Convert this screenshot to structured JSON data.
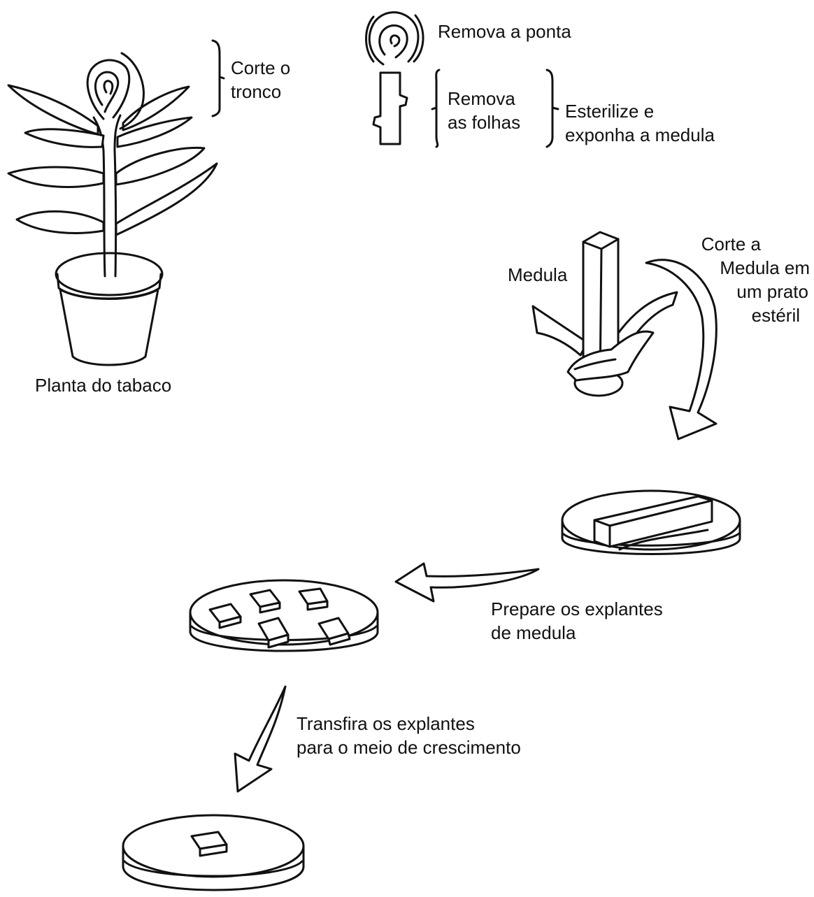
{
  "labels": {
    "cut_trunk": [
      "Corte o",
      "tronco"
    ],
    "remove_tip": "Remova a ponta",
    "remove_leaves": [
      "Remova",
      "as folhas"
    ],
    "sterilize": [
      "Esterilize e",
      "exponha a medula"
    ],
    "tobacco_plant": "Planta do tabaco",
    "pith": "Medula",
    "cut_pith": [
      "Corte a",
      "Medula em",
      "um prato",
      "estéril"
    ],
    "prepare_explants": [
      "Prepare os explantes",
      "de medula"
    ],
    "transfer_explants": [
      "Transfira os explantes",
      "para o meio de crescimento"
    ]
  }
}
